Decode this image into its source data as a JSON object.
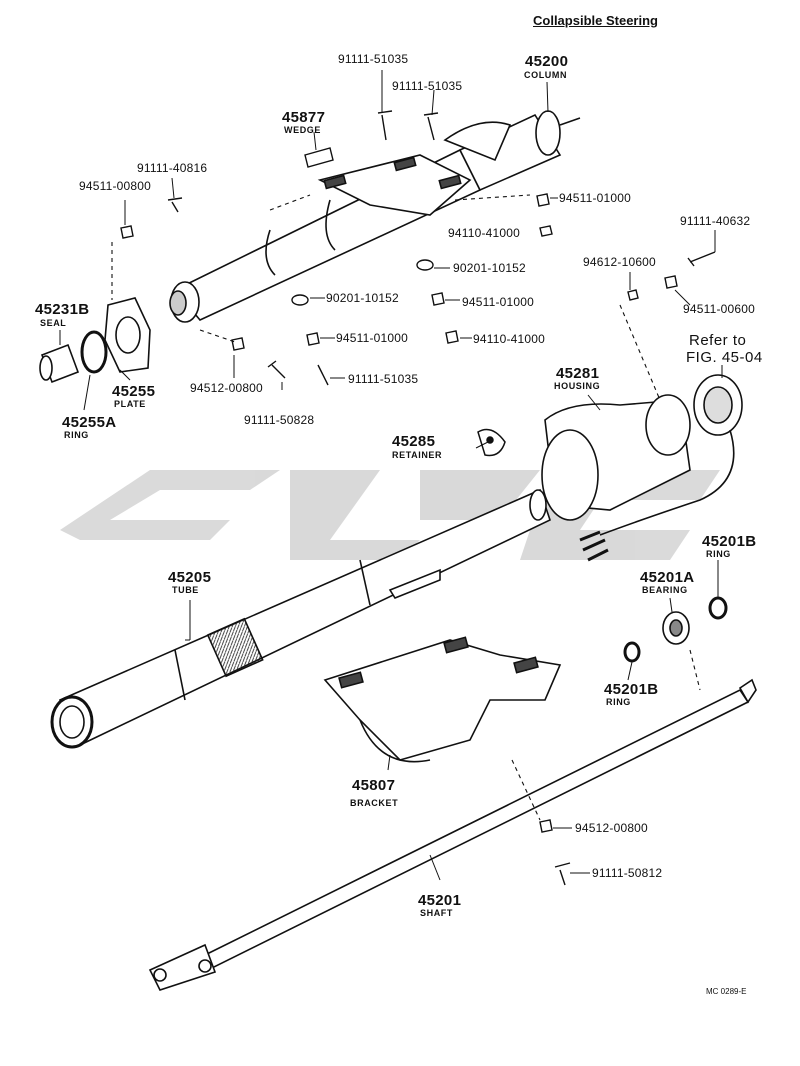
{
  "title": "Collapsible Steering",
  "figure_code": "MC 0289-E",
  "reference_note": {
    "line1": "Refer to",
    "line2": "FIG. 45-04"
  },
  "assemblies": [
    {
      "number": "45200",
      "name": "COLUMN"
    },
    {
      "number": "45877",
      "name": "WEDGE"
    },
    {
      "number": "45231B",
      "name": "SEAL"
    },
    {
      "number": "45255",
      "name": "PLATE"
    },
    {
      "number": "45255A",
      "name": "RING"
    },
    {
      "number": "45281",
      "name": "HOUSING"
    },
    {
      "number": "45285",
      "name": "RETAINER"
    },
    {
      "number": "45205",
      "name": "TUBE"
    },
    {
      "number": "45201B",
      "name": "RING"
    },
    {
      "number": "45201A",
      "name": "BEARING"
    },
    {
      "number": "45201B",
      "name": "RING"
    },
    {
      "number": "45807",
      "name": "BRACKET"
    },
    {
      "number": "45201",
      "name": "SHAFT"
    }
  ],
  "fasteners": [
    "91111-51035",
    "91111-51035",
    "91111-40816",
    "94511-00800",
    "94511-01000",
    "94110-41000",
    "90201-10152",
    "90201-10152",
    "94511-01000",
    "94511-01000",
    "94110-41000",
    "94512-00800",
    "91111-51035",
    "91111-50828",
    "94612-10600",
    "91111-40632",
    "94511-00600",
    "94512-00800",
    "91111-50812"
  ]
}
